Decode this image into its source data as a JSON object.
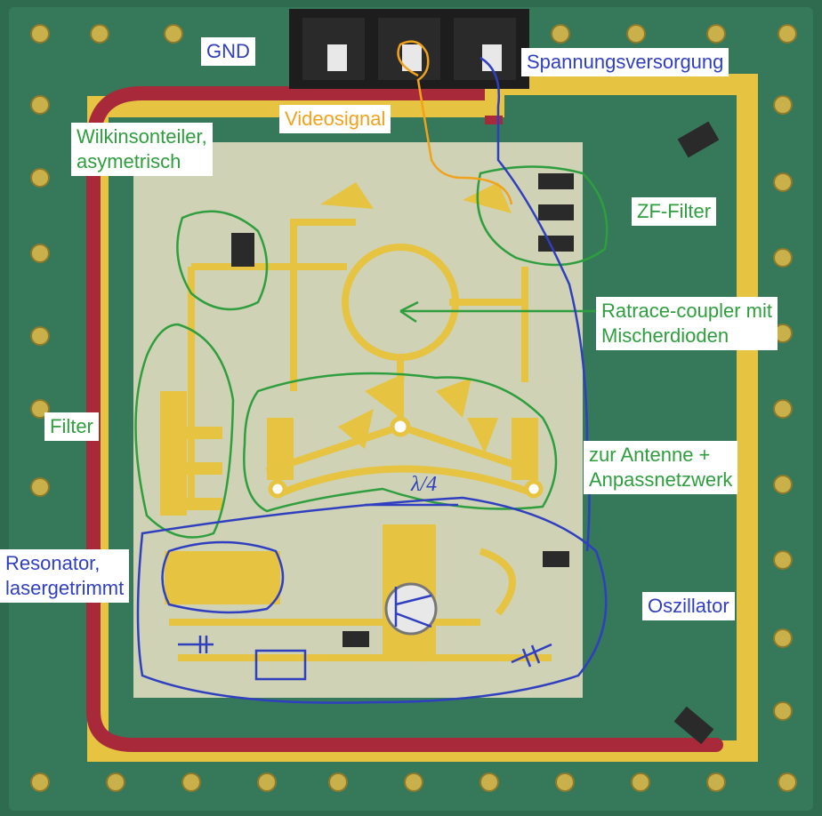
{
  "labels": {
    "gnd": "GND",
    "power": "Spannungsversorgung",
    "video": "Videosignal",
    "wilkinson": [
      "Wilkinsonteiler,",
      "asymetrisch"
    ],
    "if_filter": "ZF-Filter",
    "ratrace": [
      "Ratrace-coupler mit",
      "Mischerdioden"
    ],
    "filter": "Filter",
    "antenna": [
      "zur Antenne +",
      "Anpassnetzwerk"
    ],
    "resonator": [
      "Resonator,",
      "lasergetrimmt"
    ],
    "oscillator": "Oszillator",
    "lambda": "λ/4"
  },
  "colors": {
    "pcb_green": "#2f6b4e",
    "substrate": "#cfd2b4",
    "gold": "#e6c340",
    "copper_red": "#a82a3a",
    "annotation_green": "#2e9e3e",
    "annotation_blue": "#2f3fc0",
    "annotation_orange": "#f2a21a"
  }
}
